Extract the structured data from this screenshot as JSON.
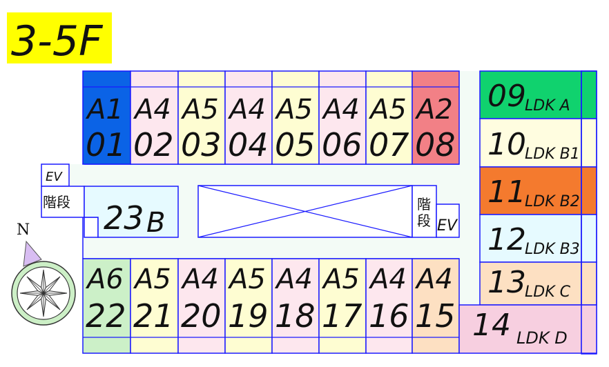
{
  "title": "3-5F",
  "compass_label": "N",
  "elevator_label": "EV",
  "stairs_label": "階段",
  "stairs_label_vertical": [
    "階",
    "段"
  ],
  "colors": {
    "line": "#1a1aff",
    "corridor": "#f3fbf6",
    "title_bg": "#ffff00",
    "blue": "#0b63e6",
    "pink": "#fde7ee",
    "yellow": "#fefdd2",
    "red": "#f28086",
    "green": "#ccf0c8",
    "peach": "#fde0c2",
    "lightpink": "#f7cfe6",
    "ldk_green": "#10d26e",
    "ldk_yellow": "#fffde0",
    "ldk_orange": "#f47a2e",
    "ldk_cyan": "#e6faff",
    "ldk_peach": "#fde0c2",
    "ldk_pink": "#f7cfe0"
  },
  "top_units": [
    {
      "type": "A1",
      "number": "01",
      "color": "#0b63e6"
    },
    {
      "type": "A4",
      "number": "02",
      "color": "#fde7ee"
    },
    {
      "type": "A5",
      "number": "03",
      "color": "#fefdd2"
    },
    {
      "type": "A4",
      "number": "04",
      "color": "#fde7ee"
    },
    {
      "type": "A5",
      "number": "05",
      "color": "#fefdd2"
    },
    {
      "type": "A4",
      "number": "06",
      "color": "#fde7ee"
    },
    {
      "type": "A5",
      "number": "07",
      "color": "#fefdd2"
    },
    {
      "type": "A2",
      "number": "08",
      "color": "#f28086"
    }
  ],
  "bottom_units": [
    {
      "type": "A6",
      "number": "22",
      "color": "#ccf0c8"
    },
    {
      "type": "A5",
      "number": "21",
      "color": "#fefdd2"
    },
    {
      "type": "A4",
      "number": "20",
      "color": "#fde7ee"
    },
    {
      "type": "A5",
      "number": "19",
      "color": "#fefdd2"
    },
    {
      "type": "A4",
      "number": "18",
      "color": "#fde7ee"
    },
    {
      "type": "A5",
      "number": "17",
      "color": "#fefdd2"
    },
    {
      "type": "A4",
      "number": "16",
      "color": "#fde7ee"
    },
    {
      "type": "A4",
      "number": "15",
      "color": "#fde0c2"
    }
  ],
  "right_units": [
    {
      "number": "09",
      "type": "LDK A",
      "color": "#10d26e"
    },
    {
      "number": "10",
      "type": "LDK B1",
      "color": "#fffde0"
    },
    {
      "number": "11",
      "type": "LDK B2",
      "color": "#f47a2e"
    },
    {
      "number": "12",
      "type": "LDK B3",
      "color": "#e6faff"
    },
    {
      "number": "13",
      "type": "LDK C",
      "color": "#fde0c2"
    }
  ],
  "corner_unit": {
    "number": "14",
    "type": "LDK D",
    "color": "#f7cfe0"
  },
  "side_unit": {
    "number": "23",
    "type": "B",
    "color": "#e6faff"
  }
}
